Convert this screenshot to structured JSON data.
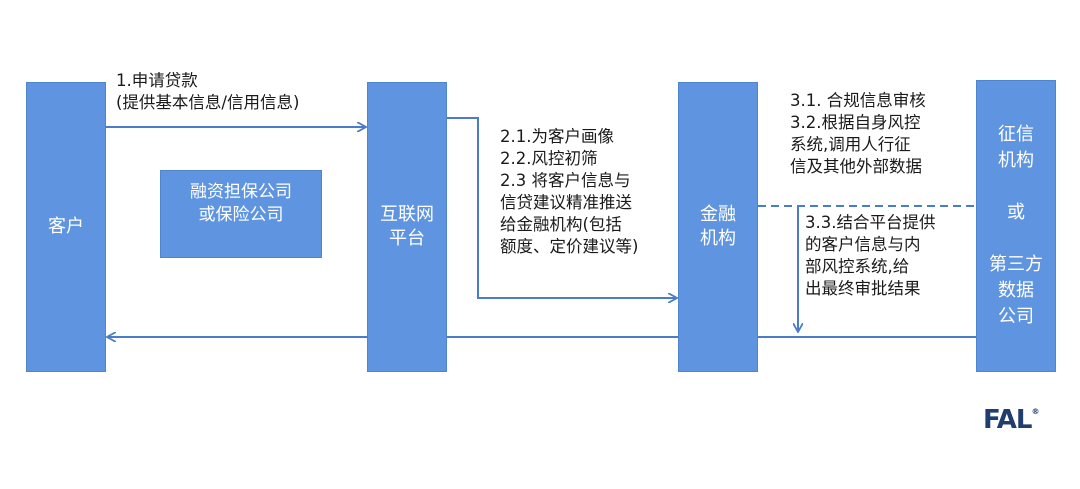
{
  "boxes": {
    "customer": "客户",
    "guarantee": "融资担保公司\n  或保险公司",
    "platform": "互联网\n平台",
    "finance": "金融\n机构",
    "credit": "征信\n机构\n\n或\n\n第三方\n数据\n公司"
  },
  "steps": {
    "step1": "1.申请贷款\n  (提供基本信息/信用信息)",
    "step2": "2.1.为客户画像\n2.2.风控初筛\n2.3 将客户信息与\n信贷建议精准推送\n给金融机构(包括\n额度、定价建议等)",
    "step3": "3.1. 合规信息审核\n3.2.根据自身风控\n系统,调用人行征\n信及其他外部数据",
    "step4": "3.3.结合平台提供\n的客户信息与内\n部风控系统,给\n出最终审批结果"
  },
  "logo": "FAL",
  "colors": {
    "box": "#5f95e0",
    "arrow": "#4a7cc7",
    "text": "#1a1a1a",
    "logo": "#1f3d6e"
  }
}
